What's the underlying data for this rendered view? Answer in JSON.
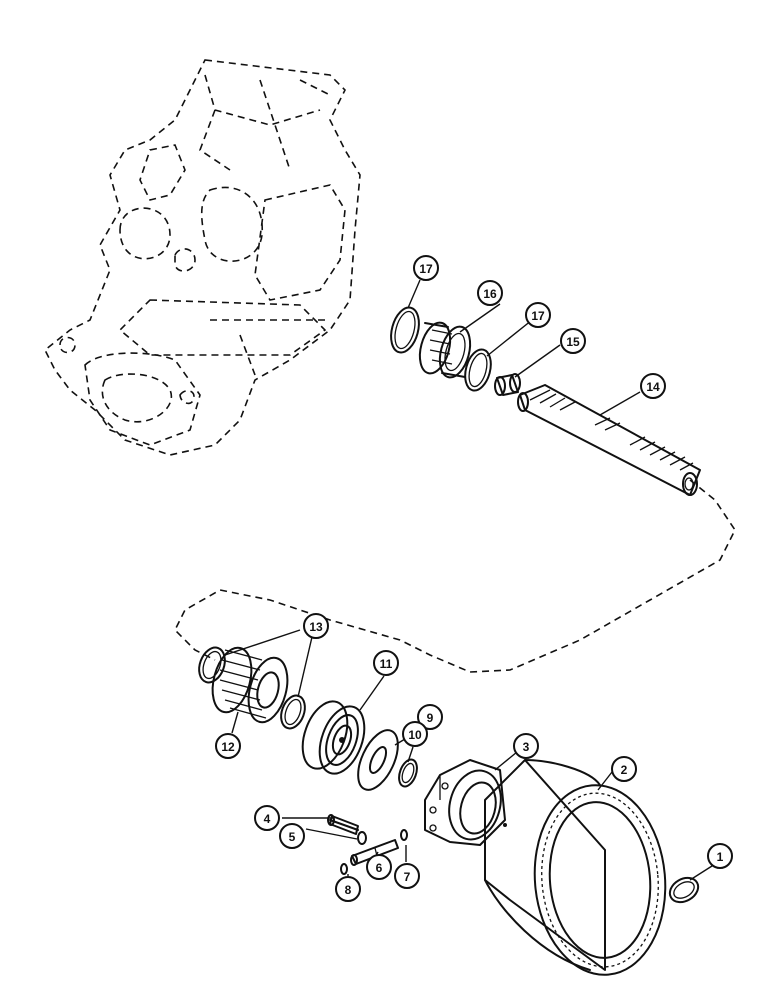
{
  "diagram": {
    "callouts": [
      {
        "id": "1",
        "label": "1"
      },
      {
        "id": "2",
        "label": "2"
      },
      {
        "id": "3",
        "label": "3"
      },
      {
        "id": "4",
        "label": "4"
      },
      {
        "id": "5",
        "label": "5"
      },
      {
        "id": "6",
        "label": "6"
      },
      {
        "id": "7",
        "label": "7"
      },
      {
        "id": "8",
        "label": "8"
      },
      {
        "id": "9",
        "label": "9"
      },
      {
        "id": "10",
        "label": "10"
      },
      {
        "id": "11",
        "label": "11"
      },
      {
        "id": "12",
        "label": "12"
      },
      {
        "id": "13",
        "label": "13"
      },
      {
        "id": "14",
        "label": "14"
      },
      {
        "id": "15",
        "label": "15"
      },
      {
        "id": "16",
        "label": "16"
      },
      {
        "id": "17a",
        "label": "17"
      },
      {
        "id": "17b",
        "label": "17"
      }
    ]
  }
}
